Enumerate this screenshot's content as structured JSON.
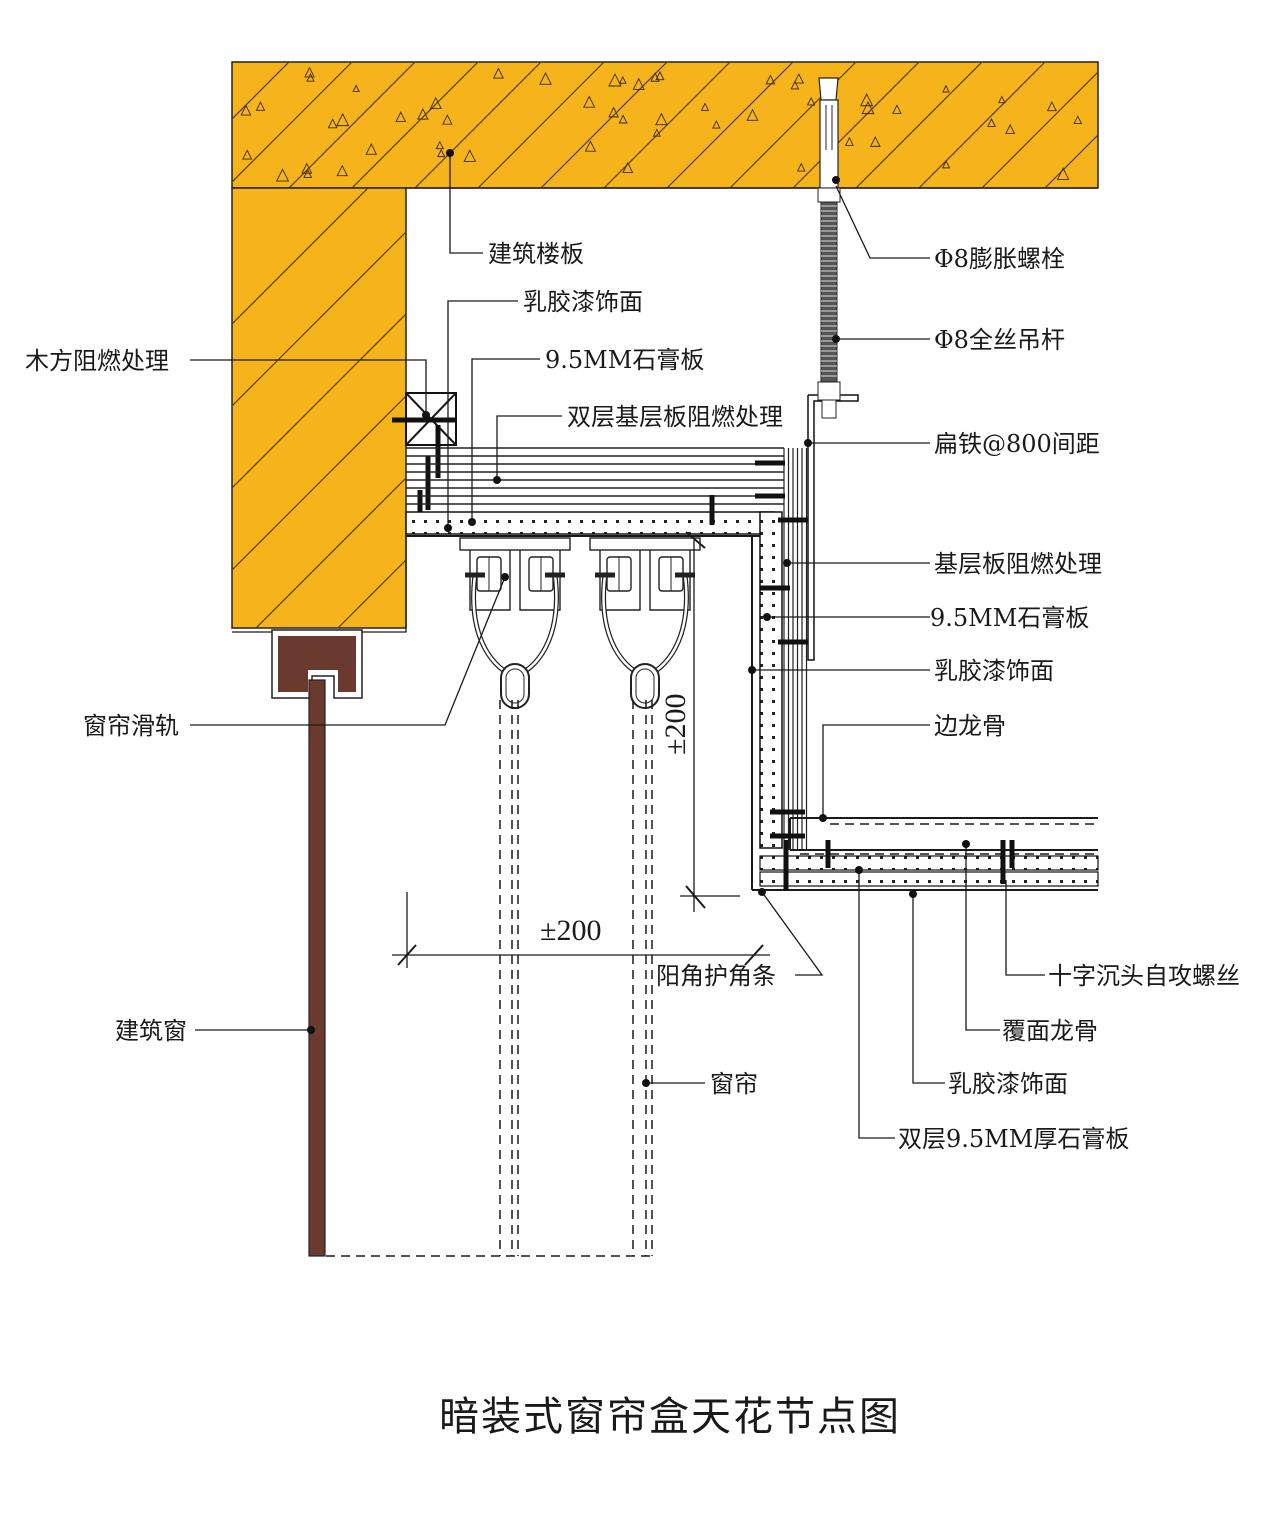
{
  "title": "暗装式窗帘盒天花节点图",
  "colors": {
    "concrete": "#F5B41C",
    "hatch": "#5a3b00",
    "window_frame": "#6B3A2E",
    "line": "#1a1a1a"
  },
  "labels": {
    "floor_slab": "建筑楼板",
    "latex_paint_1": "乳胶漆饰面",
    "wood_batten": "木方阻燃处理",
    "gypsum_1": "9.5MM石膏板",
    "double_base_board": "双层基层板阻燃处理",
    "expansion_bolt": "Φ8膨胀螺栓",
    "threaded_rod": "Φ8全丝吊杆",
    "flat_iron": "扁铁@800间距",
    "base_board_fr": "基层板阻燃处理",
    "gypsum_2": "9.5MM石膏板",
    "latex_paint_2": "乳胶漆饰面",
    "edge_keel": "边龙骨",
    "curtain_track": "窗帘滑轨",
    "corner_bead": "阳角护角条",
    "screw": "十字沉头自攻螺丝",
    "cover_keel": "覆面龙骨",
    "latex_paint_3": "乳胶漆饰面",
    "double_gypsum": "双层9.5MM厚石膏板",
    "building_window": "建筑窗",
    "curtain": "窗帘"
  },
  "dimensions": {
    "vertical": "±200",
    "horizontal": "±200"
  }
}
